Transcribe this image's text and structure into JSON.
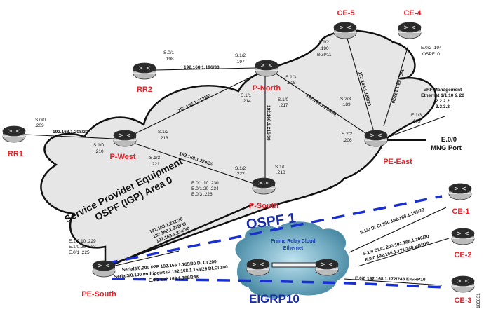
{
  "routers": {
    "rr1": "RR1",
    "rr2": "RR2",
    "p_north": "P-North",
    "p_west": "P-West",
    "p_south": "P-South",
    "pe_east": "PE-East",
    "pe_south": "PE-South",
    "ce1": "CE-1",
    "ce2": "CE-2",
    "ce3": "CE-3",
    "ce4": "CE-4",
    "ce5": "CE-5"
  },
  "cloud": {
    "title_line1": "Service Provider Equipment",
    "title_line2": "OSPF (IGP) Area 0"
  },
  "frame_relay": {
    "line1": "Frame Relay Cloud",
    "line2": "Ethernet"
  },
  "protocols": {
    "ospf": "OSPF 1",
    "eigrp": "EIGRP10"
  },
  "links": {
    "rr1_pwest": "192.168.1.208/30",
    "rr2_pnorth": "192.168.1.196/30",
    "pwest_pnorth": "192.168.1.212/30",
    "pwest_psouth": "192.168.1.220/30",
    "pnorth_psouth": "192.168.1.216/30",
    "pnorth_peeast": "192.168.1.204/30",
    "ce5_peeast": "192.168.1.188/30",
    "ce4_peeast": "192.168.1.192/30",
    "psouth_pesouth": [
      "192.168.1.232/30",
      "192.168.1.228/30",
      "192.168.1.224/30"
    ]
  },
  "interfaces": {
    "rr1": [
      "S.0/0",
      ".209"
    ],
    "rr2": [
      "S.0/1",
      ".198"
    ],
    "pnorth_rr2": [
      "S.1/2",
      ".197"
    ],
    "pnorth_pwest": [
      "S.1/1",
      ".214"
    ],
    "pnorth_psouth": [
      "S.1/0",
      ".217"
    ],
    "pnorth_peeast": [
      "S.1/3",
      ".205"
    ],
    "pwest_rr1": [
      "S.1/0",
      ".210"
    ],
    "pwest_pnorth": [
      "S.1/2",
      ".213"
    ],
    "pwest_psouth": [
      "S.1/3",
      ".221"
    ],
    "psouth_pwest": [
      "S.1/2",
      ".222"
    ],
    "psouth_pnorth": [
      "S.1/0",
      ".218"
    ],
    "psouth_eth": [
      "E.0/1.10 .230",
      "E.0/1.20 .234",
      "E.0/3 .226"
    ],
    "pesouth_eth": [
      "E.1/0.10 .229",
      "E.1/0.20 .233",
      "E.0/1 .225"
    ],
    "ce5": [
      "S.1/2",
      ".190",
      "BGP11"
    ],
    "ce4": [
      "E.0/2 .194",
      "OSPF10"
    ],
    "peeast_ce5": [
      "S.2/3",
      ".189"
    ],
    "peeast_pnorth": [
      "S.2/2",
      ".206"
    ],
    "peeast_e13": [
      "E.1/3",
      ".193"
    ],
    "vrf_mgmt": [
      "VRF Management",
      "Ethernet 1/1.10 & 20",
      "2.2.2.2",
      "3.3.3.2"
    ],
    "mng_port": [
      "E.0/0",
      "MNG Port"
    ]
  },
  "pe_south_links": [
    "Serial3/0.200 P2P 192.168.1.165/30 DLCI 200",
    "Serial3/0.100 multipoint IP 192.168.1.153/29 DLCI 100",
    "E.0/2 192.168.1.169/248"
  ],
  "ce_links": {
    "ce1": "S.1/0 DLCI 100 192.168.1.155/29",
    "ce2_line1": "S.1/0 DLCI 200 192.168.1.166/30",
    "ce2_line2": "E.0/0 192.168.1.171/248 BGP10",
    "ce3": "E.0/0 192.168.1.172/248 EIGRP10"
  },
  "figure_id": "185831"
}
